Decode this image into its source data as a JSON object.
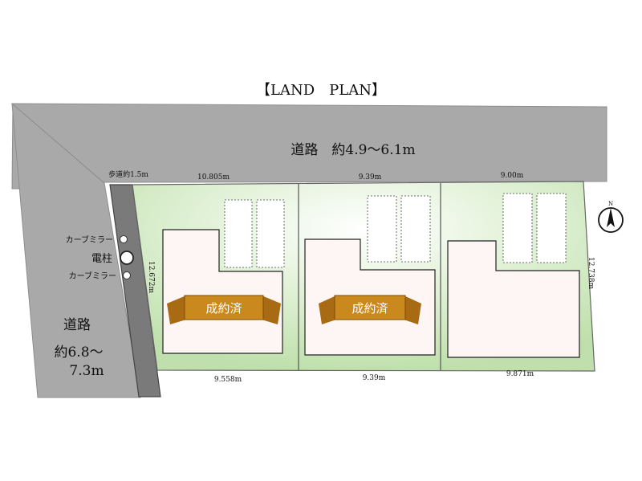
{
  "title": "【LAND　PLAN】",
  "roads": {
    "north_label": "道路　約4.9〜6.1m",
    "west_label_line1": "道路",
    "west_label_line2": "約6.8〜",
    "west_label_line3": "7.3m",
    "sidewalk_label": "歩道約1.5m"
  },
  "street_furniture": {
    "curve_mirror_top": "カーブミラー",
    "utility_pole": "電柱",
    "curve_mirror_bottom": "カーブミラー"
  },
  "dimensions": {
    "lot1_front": "10.805m",
    "lot2_front": "9.39m",
    "lot3_front": "9.00m",
    "lot1_rear": "9.558m",
    "lot2_rear": "9.39m",
    "lot3_rear": "9.871m",
    "lot1_depth": "12.672m",
    "lot3_depth": "12.738m"
  },
  "lots": [
    {
      "status": "成約済"
    },
    {
      "status": "成約済"
    },
    {
      "status": ""
    }
  ],
  "compass": {
    "north_letter": "N"
  },
  "colors": {
    "road": "#a9a9a9",
    "sidewalk": "#777777",
    "lot_green": "#c4e3b2",
    "house": "#fdf6f4",
    "banner": "#c9891c"
  }
}
